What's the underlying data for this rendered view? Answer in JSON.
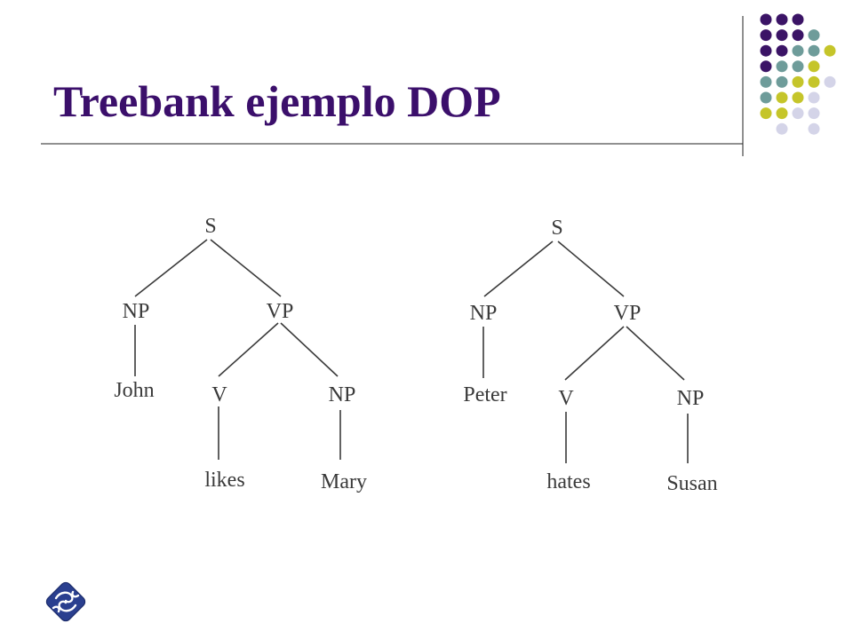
{
  "title": "Treebank ejemplo DOP",
  "colors": {
    "title": "#3b0f6b",
    "dot_purple": "#3b1466",
    "dot_teal": "#6e9c9a",
    "dot_yellow": "#c5c52a",
    "dot_lavender": "#d4d4e8",
    "tree_ink": "#3a3a3a"
  },
  "trees": [
    {
      "root": "S",
      "subject_np": "NP",
      "subject_word": "John",
      "vp": "VP",
      "verb_pos": "V",
      "verb_word": "likes",
      "object_np": "NP",
      "object_word": "Mary"
    },
    {
      "root": "S",
      "subject_np": "NP",
      "subject_word": "Peter",
      "vp": "VP",
      "verb_pos": "V",
      "verb_word": "hates",
      "object_np": "NP",
      "object_word": "Susan"
    }
  ],
  "logo": {
    "icon": "institution-logo-icon"
  }
}
